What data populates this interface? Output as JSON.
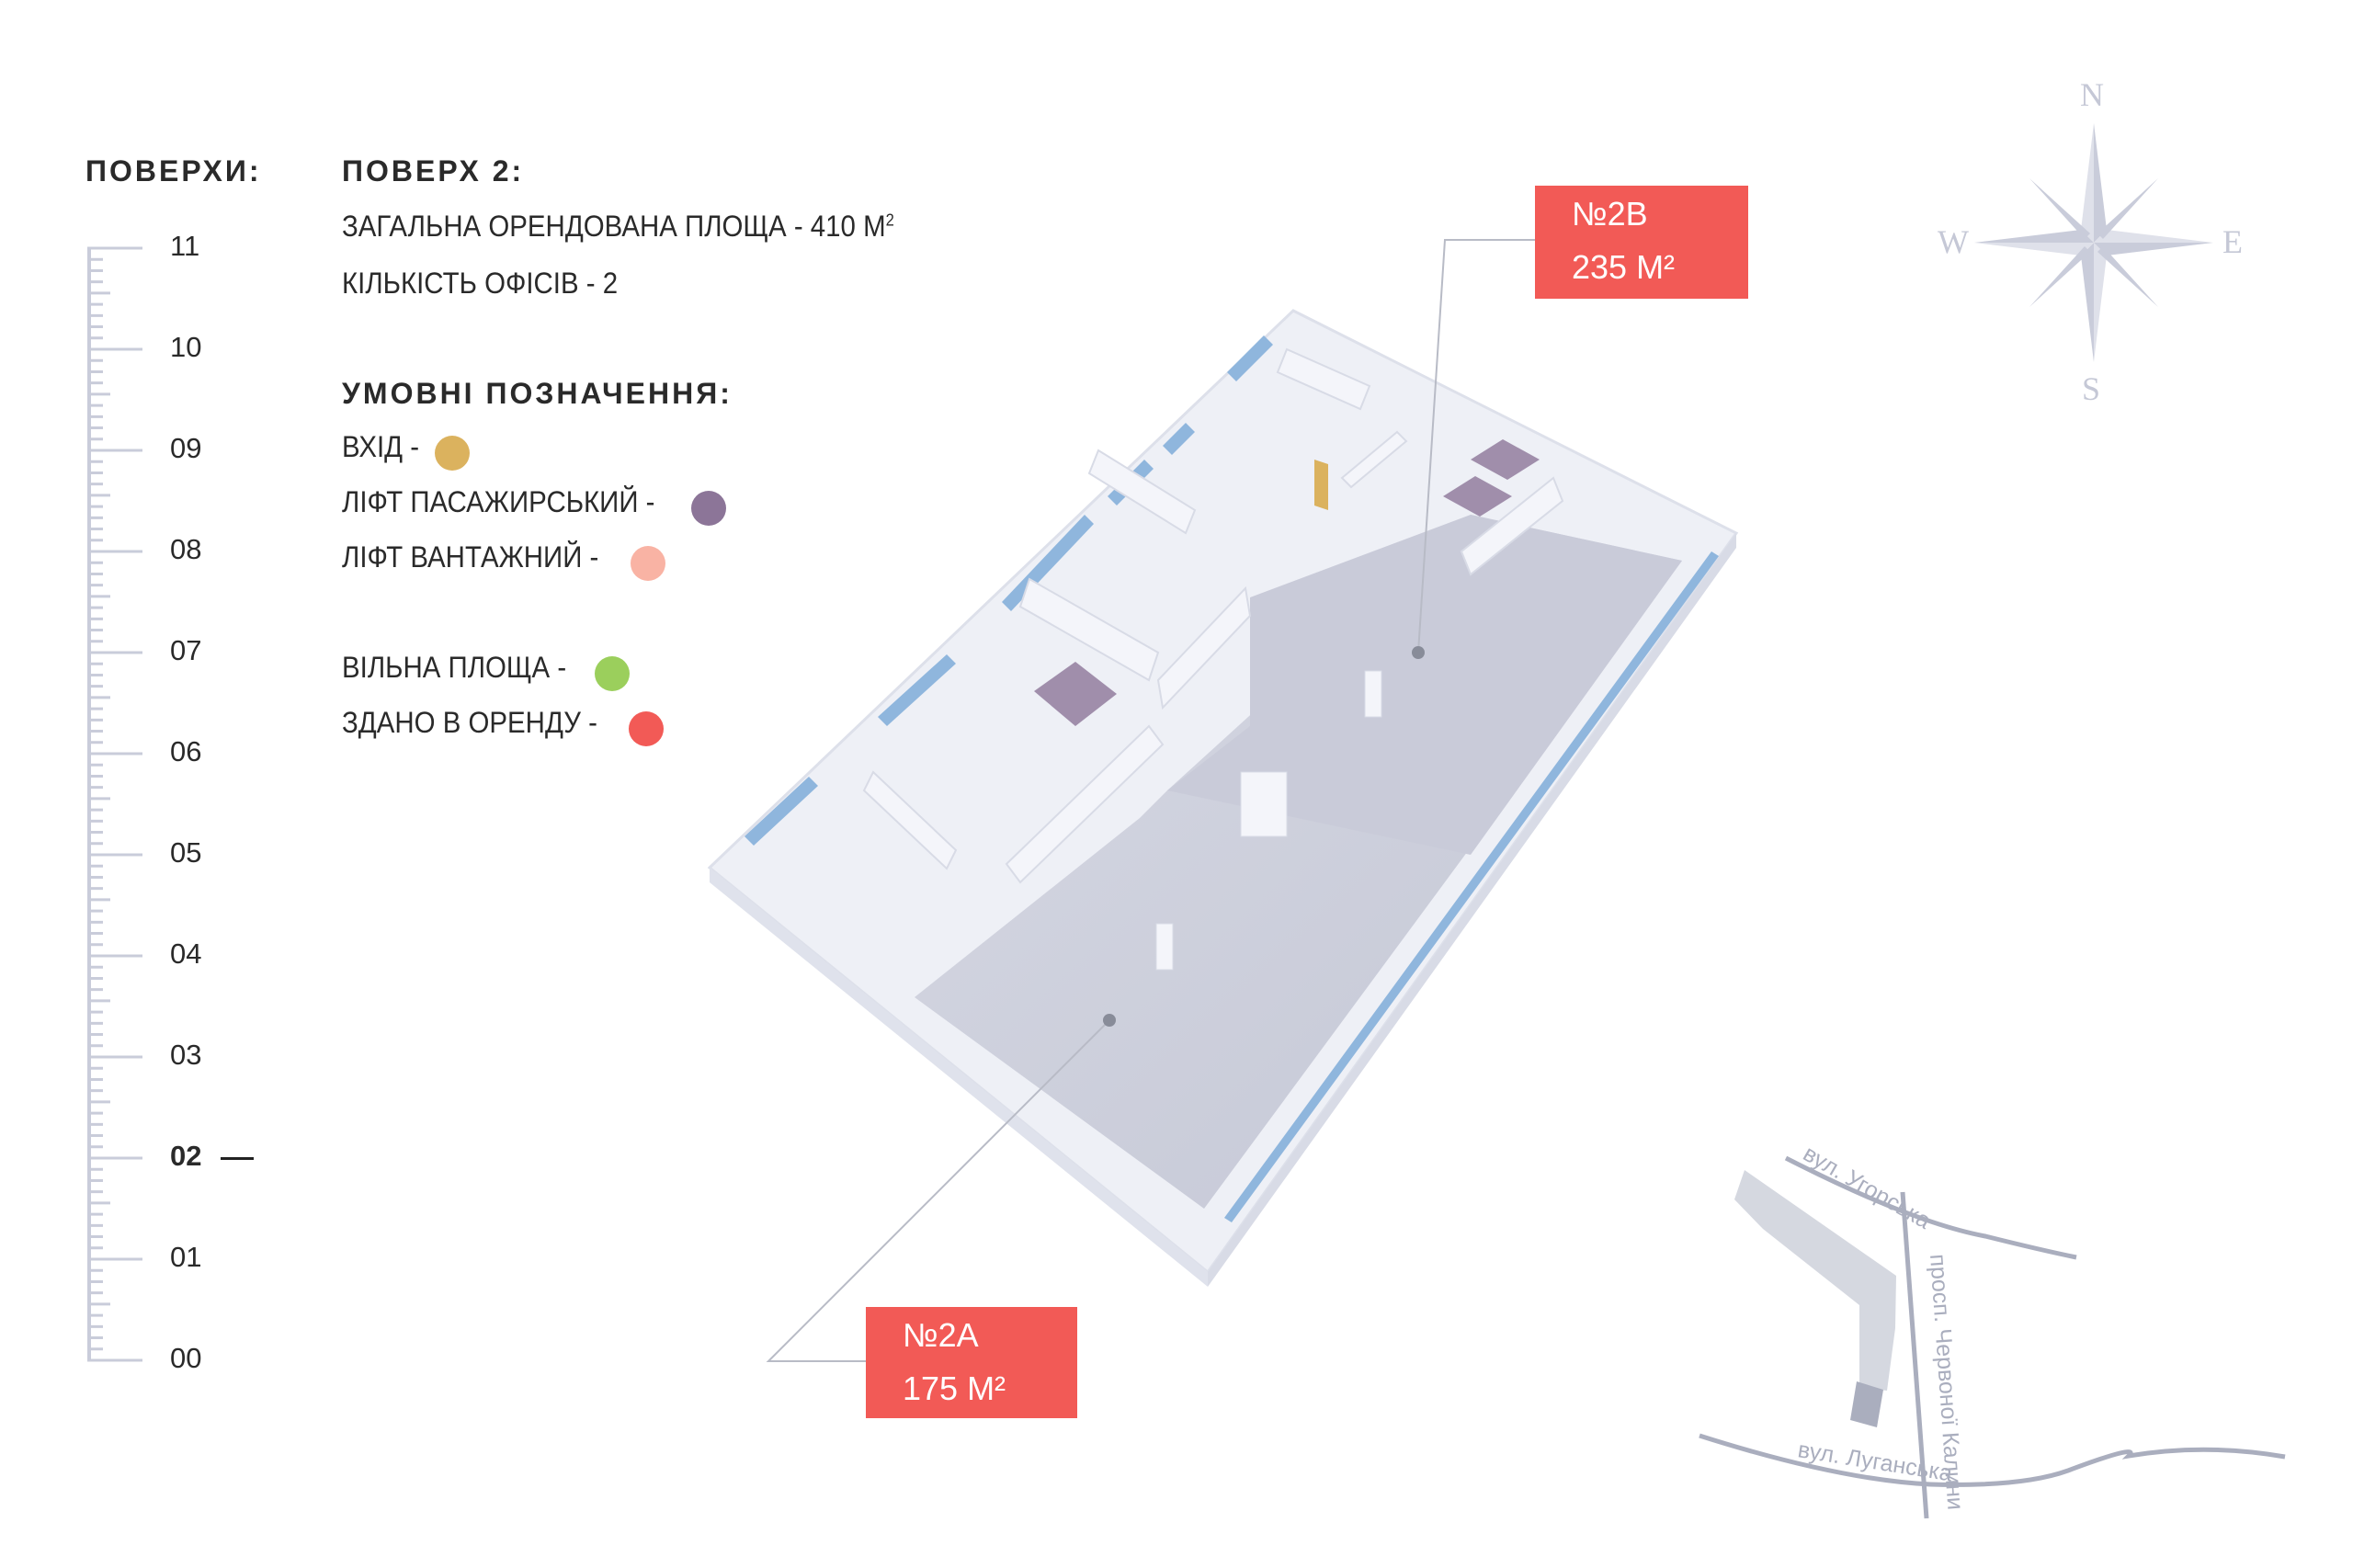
{
  "floors": {
    "title": "ПОВЕРХИ:",
    "items": [
      "11",
      "10",
      "09",
      "08",
      "07",
      "06",
      "05",
      "04",
      "03",
      "02",
      "01",
      "00"
    ],
    "current": "02"
  },
  "info": {
    "title": "ПОВЕРХ 2:",
    "total_area": "ЗАГАЛЬНА ОРЕНДОВАНА ПЛОЩА - 410 М",
    "total_area_sup": "2",
    "offices": "КІЛЬКІСТЬ ОФІСІВ - 2"
  },
  "legend": {
    "title": "УМОВНІ ПОЗНАЧЕННЯ:",
    "items": [
      {
        "label": "ВХІД -",
        "color": "#dbb25e"
      },
      {
        "label": "ЛІФТ ПАСАЖИРСЬКИЙ -",
        "color": "#8c7598"
      },
      {
        "label": "ЛІФТ ВАНТАЖНИЙ -",
        "color": "#f9b3a4"
      },
      {
        "label": "ВІЛЬНА ПЛОЩА -",
        "color": "#9bcf5c"
      },
      {
        "label": "ЗДАНО В ОРЕНДУ -",
        "color": "#f25a56"
      }
    ]
  },
  "offices": [
    {
      "name": "№2В",
      "area": "235 М²",
      "status_color": "#f25a56"
    },
    {
      "name": "№2А",
      "area": "175 М²",
      "status_color": "#f25a56"
    }
  ],
  "compass": {
    "n": "N",
    "s": "S",
    "w": "W",
    "e": "E"
  },
  "map": {
    "street1": "вул. Угорська",
    "street2": "просп. Червоної Калини",
    "street3": "вул. Луганська"
  }
}
